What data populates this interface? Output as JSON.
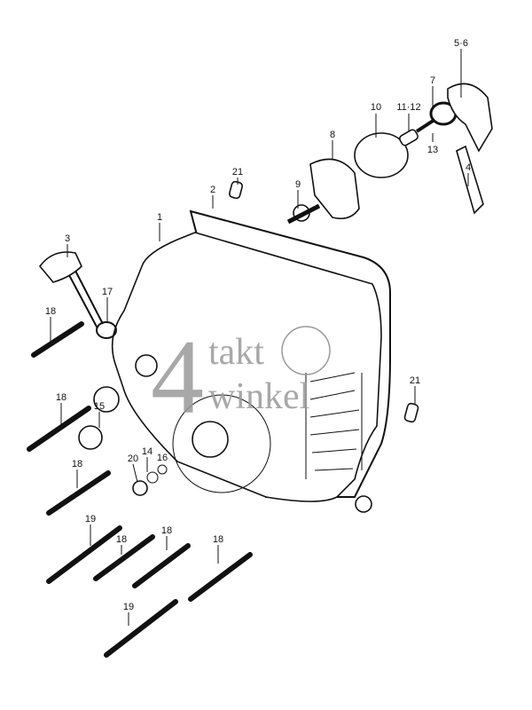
{
  "diagram": {
    "labels": [
      "5·6",
      "7",
      "10",
      "11·12",
      "8",
      "13",
      "4",
      "21",
      "2",
      "9",
      "1",
      "3",
      "17",
      "18",
      "21",
      "18",
      "15",
      "14",
      "16",
      "20",
      "18",
      "19",
      "18",
      "18",
      "18",
      "19"
    ]
  },
  "watermark": {
    "digit": "4",
    "line1": "takt",
    "line2": "winkel",
    "color": "#9a9a9a"
  }
}
